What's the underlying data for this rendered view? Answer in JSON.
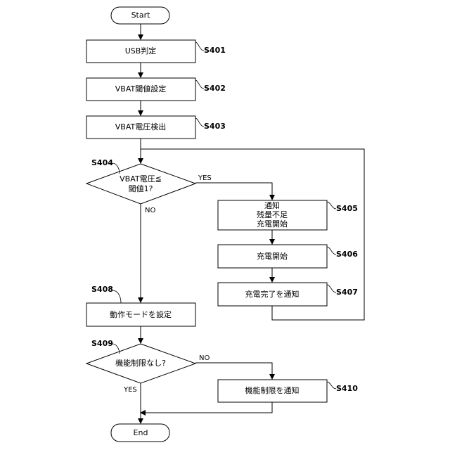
{
  "nodes": {
    "start": "Start",
    "s401": "USB判定",
    "s402": "VBAT閾値設定",
    "s403": "VBAT電圧検出",
    "s404": [
      "VBAT電圧≦",
      "閾値1?"
    ],
    "s405": [
      "通知",
      "残量不足",
      "充電開始"
    ],
    "s406": "充電開始",
    "s407": "充電完了を通知",
    "s408": "動作モードを設定",
    "s409": "機能制限なし?",
    "s410": "機能制限を通知",
    "end": "End"
  },
  "step_labels": {
    "s401": "S401",
    "s402": "S402",
    "s403": "S403",
    "s404": "S404",
    "s405": "S405",
    "s406": "S406",
    "s407": "S407",
    "s408": "S408",
    "s409": "S409",
    "s410": "S410"
  },
  "edge_labels": {
    "s404_yes": "YES",
    "s404_no": "NO",
    "s409_no": "NO",
    "s409_yes": "YES"
  }
}
